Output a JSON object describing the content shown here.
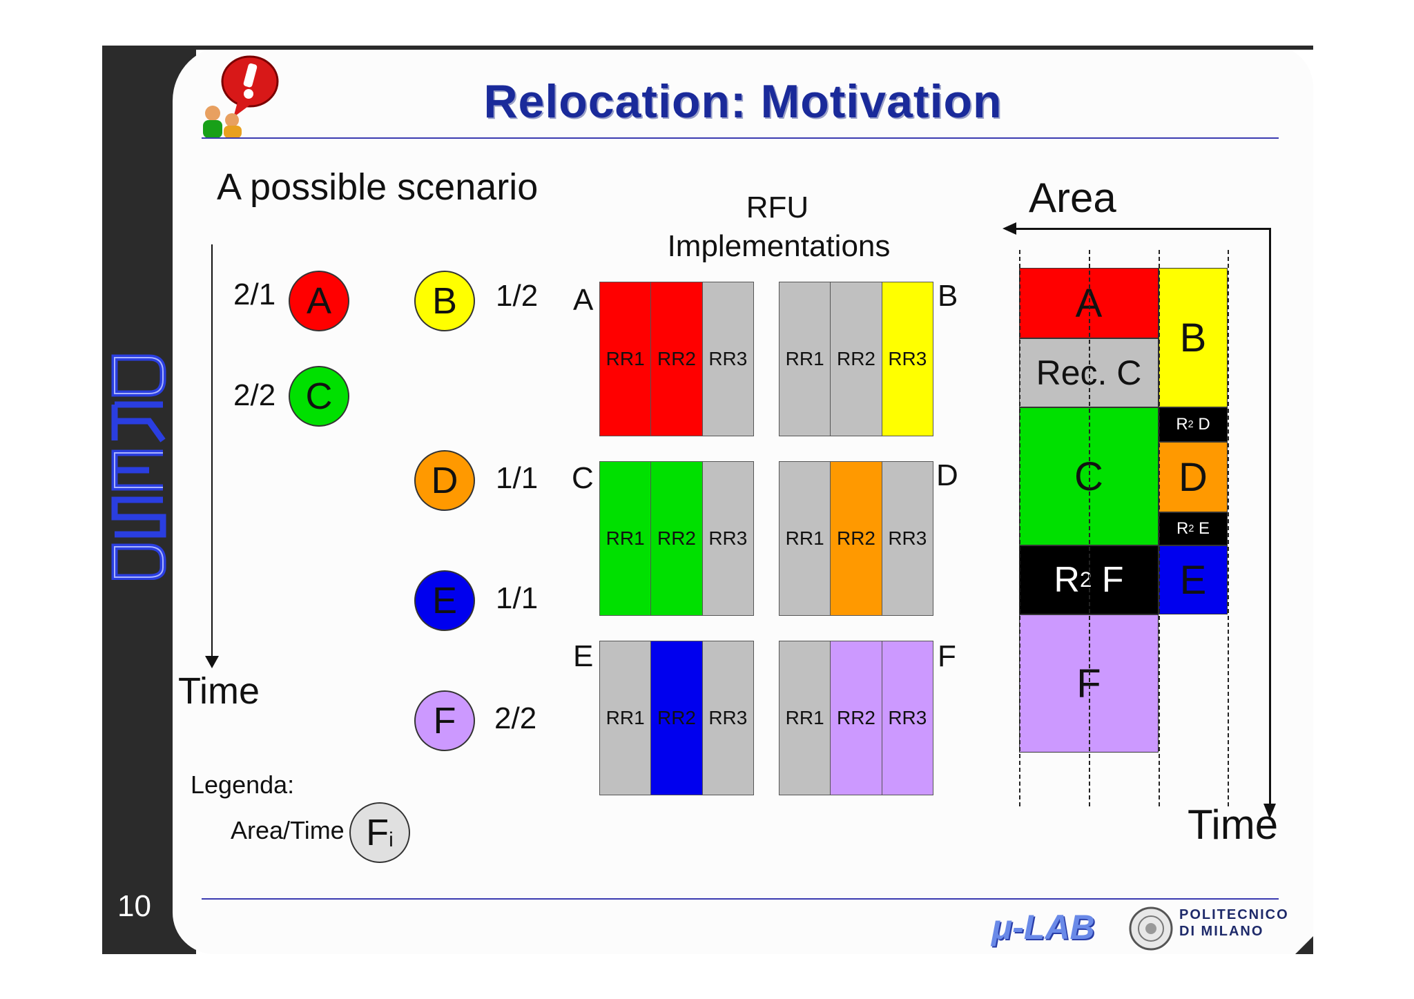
{
  "slide": {
    "title": "Relocation: Motivation",
    "page_number": "10",
    "logo_text": "DRESD",
    "footer_logo1": "μ-LAB",
    "footer_logo2_line1": "POLITECNICO",
    "footer_logo2_line2": "DI MILANO"
  },
  "left": {
    "heading": "A possible scenario",
    "time_label": "Time",
    "legend_label": "Legenda:",
    "legend_caption": "Area/Time",
    "legend_symbol": "F",
    "legend_sub": "i",
    "tasks": [
      {
        "letter": "A",
        "ratio": "2/1",
        "color": "#ff0000"
      },
      {
        "letter": "C",
        "ratio": "2/2",
        "color": "#00e000"
      },
      {
        "letter": "B",
        "ratio": "1/2",
        "color": "#ffff00"
      },
      {
        "letter": "D",
        "ratio": "1/1",
        "color": "#ff9900"
      },
      {
        "letter": "E",
        "ratio": "1/1",
        "color": "#0000ee"
      },
      {
        "letter": "F",
        "ratio": "2/2",
        "color": "#cc99ff"
      }
    ]
  },
  "rfu": {
    "title_line1": "RFU",
    "title_line2": "Implementations",
    "col_labels": [
      "RR1",
      "RR2",
      "RR3"
    ],
    "impls": [
      {
        "label": "A",
        "fills": [
          "#ff0000",
          "#ff0000",
          "#c0c0c0"
        ]
      },
      {
        "label": "B",
        "fills": [
          "#c0c0c0",
          "#c0c0c0",
          "#ffff00"
        ]
      },
      {
        "label": "C",
        "fills": [
          "#00e000",
          "#00e000",
          "#c0c0c0"
        ]
      },
      {
        "label": "D",
        "fills": [
          "#c0c0c0",
          "#ff9900",
          "#c0c0c0"
        ]
      },
      {
        "label": "E",
        "fills": [
          "#c0c0c0",
          "#0000ee",
          "#c0c0c0"
        ]
      },
      {
        "label": "F",
        "fills": [
          "#c0c0c0",
          "#cc99ff",
          "#cc99ff"
        ]
      }
    ]
  },
  "schedule": {
    "area_label": "Area",
    "time_label": "Time",
    "blocks": {
      "a": "A",
      "rec_c": "Rec. C",
      "b": "B",
      "r2d_base": "R",
      "r2d_sup": "2",
      "r2d_letter": "D",
      "c": "C",
      "d": "D",
      "r2e_base": "R",
      "r2e_sup": "2",
      "r2e_letter": "E",
      "r2f_base": "R",
      "r2f_sup": "2",
      "r2f_letter": "F",
      "e": "E",
      "f": "F"
    }
  },
  "colors": {
    "red": "#ff0000",
    "green": "#00e000",
    "yellow": "#ffff00",
    "orange": "#ff9900",
    "blue": "#0000ee",
    "purple": "#cc99ff",
    "gray": "#c0c0c0",
    "black": "#000000",
    "title": "#1a2a9a"
  }
}
